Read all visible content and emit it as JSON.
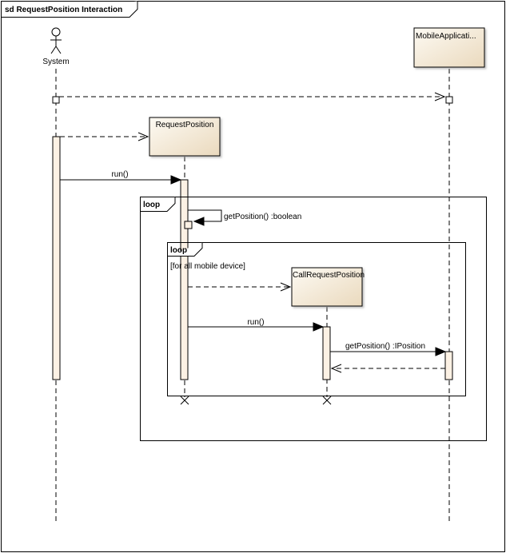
{
  "frame": {
    "title": "sd RequestPosition Interaction"
  },
  "actors": {
    "system": {
      "label": "System"
    }
  },
  "lifelines": {
    "mobile": {
      "label": "MobileApplicati..."
    },
    "request_position": {
      "label": "RequestPosition"
    },
    "call_request_position": {
      "label": "CallRequestPosition"
    }
  },
  "messages": {
    "run_1": "run()",
    "get_position_bool": "getPosition() :boolean",
    "run_2": "run()",
    "get_position_iposition": "getPosition() :IPosition"
  },
  "fragments": {
    "outer_loop": {
      "operator": "loop"
    },
    "inner_loop": {
      "operator": "loop",
      "guard": "[for all mobile device]"
    }
  },
  "colors": {
    "box_fill_light": "#fdfaf3",
    "box_fill_dark": "#ead9bd",
    "activation_fill": "#fcf1e4",
    "line": "#000000"
  }
}
